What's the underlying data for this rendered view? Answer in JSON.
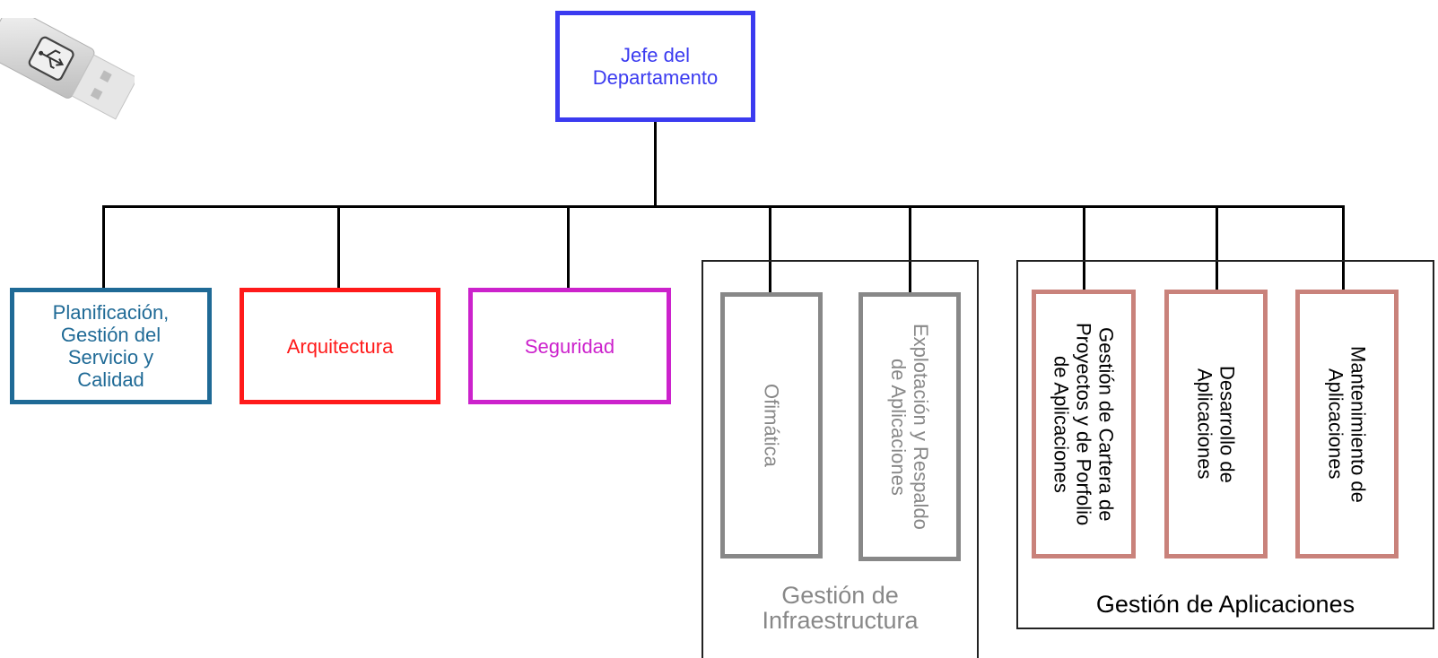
{
  "colors": {
    "head": "#3b3bf0",
    "planning": "#1f6a96",
    "architecture": "#ff1a1a",
    "security": "#cc22cc",
    "infra": "#888888",
    "apps": "#c9827b",
    "line": "#000000"
  },
  "icons": {
    "usb": "usb-drive-icon"
  },
  "head": {
    "label": "Jefe del\nDepartamento"
  },
  "units": {
    "planning": "Planificación,\nGestión del\nServicio y\nCalidad",
    "architecture": "Arquitectura",
    "security": "Seguridad"
  },
  "infrastructure": {
    "group_label": "Gestión de\nInfraestructura",
    "ofimatica": "Ofimática",
    "explotacion": "Explotación y Respaldo\nde Aplicaciones"
  },
  "applications": {
    "group_label": "Gestión de Aplicaciones",
    "cartera": "Gestión de Cartera de\nProyectos y de Porfolio\nde Aplicaciones",
    "desarrollo": "Desarrollo de\nAplicaciones",
    "mantenimiento": "Mantenimiento de\nAplicaciones"
  }
}
